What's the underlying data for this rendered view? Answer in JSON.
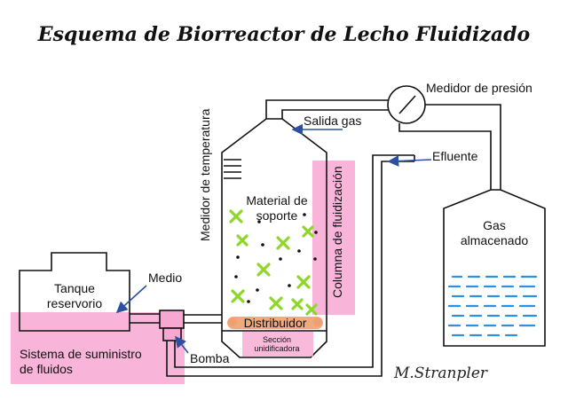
{
  "title": "Esquema de Biorreactor de Lecho Fluidizado",
  "labels": {
    "medidor_presion": "Medidor de presión",
    "salida_gas": "Salida gas",
    "efluente": "Efluente",
    "medidor_temperatura": "Medidor de temperatura",
    "material_soporte_1": "Material de",
    "material_soporte_2": "soporte",
    "columna_fluidizacion": "Columna de fluidización",
    "gas_almacenado_1": "Gas",
    "gas_almacenado_2": "almacenado",
    "medio": "Medio",
    "tanque_1": "Tanque",
    "tanque_2": "reservorio",
    "sistema_1": "Sistema de suministro",
    "sistema_2": "de fluidos",
    "bomba": "Bomba",
    "distribuidor": "Distribuidor",
    "seccion_1": "Sección",
    "seccion_2": "unidificadora"
  },
  "signature": "M.Stranpler",
  "colors": {
    "highlight_pink": "#f7a8d2",
    "distributor_orange": "#f0a070",
    "particle_green": "#8fd62a",
    "particle_black": "#111111",
    "arrow_blue": "#2d4fa0",
    "water_blue": "#2c8fe0"
  }
}
